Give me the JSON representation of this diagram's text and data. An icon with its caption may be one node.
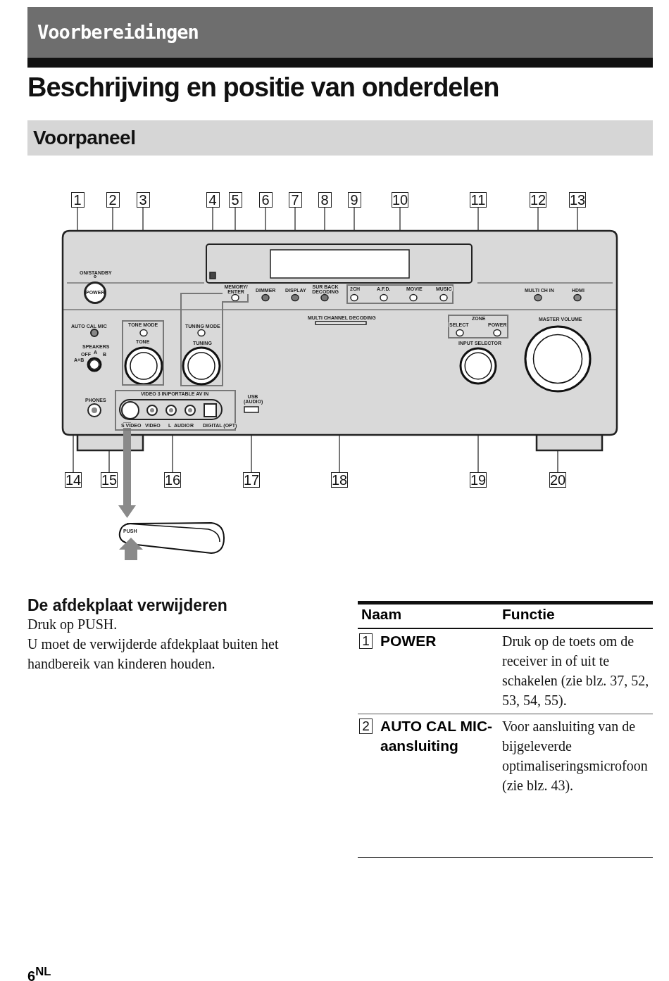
{
  "diagram": {
    "title": "Beschrijving en positie van onderdelen",
    "nodes": [
      {
        "text": [
          "1"
        ]
      },
      {
        "text": [
          "2"
        ]
      },
      {
        "text": [
          "3"
        ]
      },
      {
        "text": [
          "4"
        ]
      },
      {
        "text": [
          "5"
        ]
      },
      {
        "text": [
          "6"
        ]
      },
      {
        "text": [
          "7"
        ]
      },
      {
        "text": [
          "8"
        ]
      },
      {
        "text": [
          "9"
        ]
      },
      {
        "text": [
          "10"
        ]
      },
      {
        "text": [
          "11"
        ]
      },
      {
        "text": [
          "12"
        ]
      },
      {
        "text": [
          "13"
        ]
      },
      {
        "text": [
          "14"
        ]
      },
      {
        "text": [
          "15"
        ]
      },
      {
        "text": [
          "16"
        ]
      },
      {
        "text": [
          "17"
        ]
      },
      {
        "text": [
          "18"
        ]
      },
      {
        "text": [
          "19"
        ]
      },
      {
        "text": [
          "20"
        ]
      },
      {
        "text": [
          "POWER"
        ]
      },
      {
        "text": [
          "AUTO CAL MIC"
        ]
      },
      {
        "text": [
          "TONE MODE",
          "TONE"
        ]
      },
      {
        "text": [],
        "shape": "box"
      },
      {
        "text": [
          "MEMORY/ ENTER"
        ]
      },
      {
        "text": [
          "DIMMER"
        ]
      },
      {
        "text": [
          "DISPLAY"
        ]
      },
      {
        "text": [
          "SUR BACK DECODING"
        ]
      },
      {
        "text": [],
        "shape": "box"
      },
      {
        "text": [
          "2CH",
          "A.F.D.",
          "MOVIE",
          "MUSIC"
        ]
      },
      {
        "text": [
          "ZONE",
          "SELECT",
          "POWER"
        ]
      },
      {
        "text": [
          "MULTI CH IN"
        ]
      },
      {
        "text": [
          "HDMI"
        ]
      },
      {
        "text": [
          "PHONES"
        ]
      },
      {
        "text": [],
        "shape": "circle"
      },
      {
        "text": [
          "VIDEO 3 IN/PORTABLE AV IN",
          "S VIDEO",
          "VIDEO",
          "L",
          "AUDIO",
          "R",
          "DIGITAL (OPT)"
        ]
      },
      {
        "text": [],
        "shape": "box"
      },
      {
        "text": [],
        "shape": "bar"
      },
      {
        "text": [],
        "shape": "circle"
      },
      {
        "text": [],
        "shape": "circle"
      },
      {
        "text": [
          "1"
        ]
      },
      {
        "text": [
          "2"
        ]
      }
    ],
    "edges": [
      {
        "from": 0,
        "to": 20,
        "arrow": "none"
      },
      {
        "from": 1,
        "to": 21,
        "arrow": "none"
      },
      {
        "from": 2,
        "to": 22,
        "arrow": "none"
      },
      {
        "from": 3,
        "to": 23,
        "arrow": "none"
      },
      {
        "from": 4,
        "to": 24,
        "arrow": "none"
      },
      {
        "from": 5,
        "to": 25,
        "arrow": "none"
      },
      {
        "from": 6,
        "to": 26,
        "arrow": "none"
      },
      {
        "from": 7,
        "to": 27,
        "arrow": "none"
      },
      {
        "from": 8,
        "to": 28,
        "arrow": "none"
      },
      {
        "from": 9,
        "to": 29,
        "arrow": "none"
      },
      {
        "from": 10,
        "to": 30,
        "arrow": "none"
      },
      {
        "from": 11,
        "to": 31,
        "arrow": "none"
      },
      {
        "from": 12,
        "to": 32,
        "arrow": "none"
      },
      {
        "from": 13,
        "to": 33,
        "arrow": "none"
      },
      {
        "from": 14,
        "to": 34,
        "arrow": "none"
      },
      {
        "from": 15,
        "to": 35,
        "arrow": "none"
      },
      {
        "from": 16,
        "to": 36,
        "arrow": "none"
      },
      {
        "from": 17,
        "to": 37,
        "arrow": "none"
      },
      {
        "from": 18,
        "to": 38,
        "arrow": "none"
      },
      {
        "from": 19,
        "to": 39,
        "arrow": "none"
      }
    ],
    "labels": [
      "Voorbereidingen",
      "Voorpaneel",
      "ON/STANDBY",
      "TUNING MODE",
      "MASTER VOLUME",
      "TUNING",
      "INPUT SELECTOR",
      "SPEAKERS",
      "OFF",
      "A",
      "B",
      "A+B",
      "USB (AUDIO)",
      "MULTI CHANNEL DECODING",
      "PUSH",
      "De afdekplaat verwijderen",
      "Druk op PUSH.",
      "U moet de verwijderde afdekplaat buiten het handbereik van kinderen houden.",
      "Naam",
      "Functie",
      "POWER",
      "Druk op de toets om de receiver in of uit te schakelen (zie blz. 37, 52, 53, 54, 55).",
      "AUTO CAL MIC-aansluiting",
      "Voor aansluiting van de bijgeleverde optimaliseringsmicrofoon (zie blz. 43).",
      "6$^{NL}$"
    ]
  }
}
